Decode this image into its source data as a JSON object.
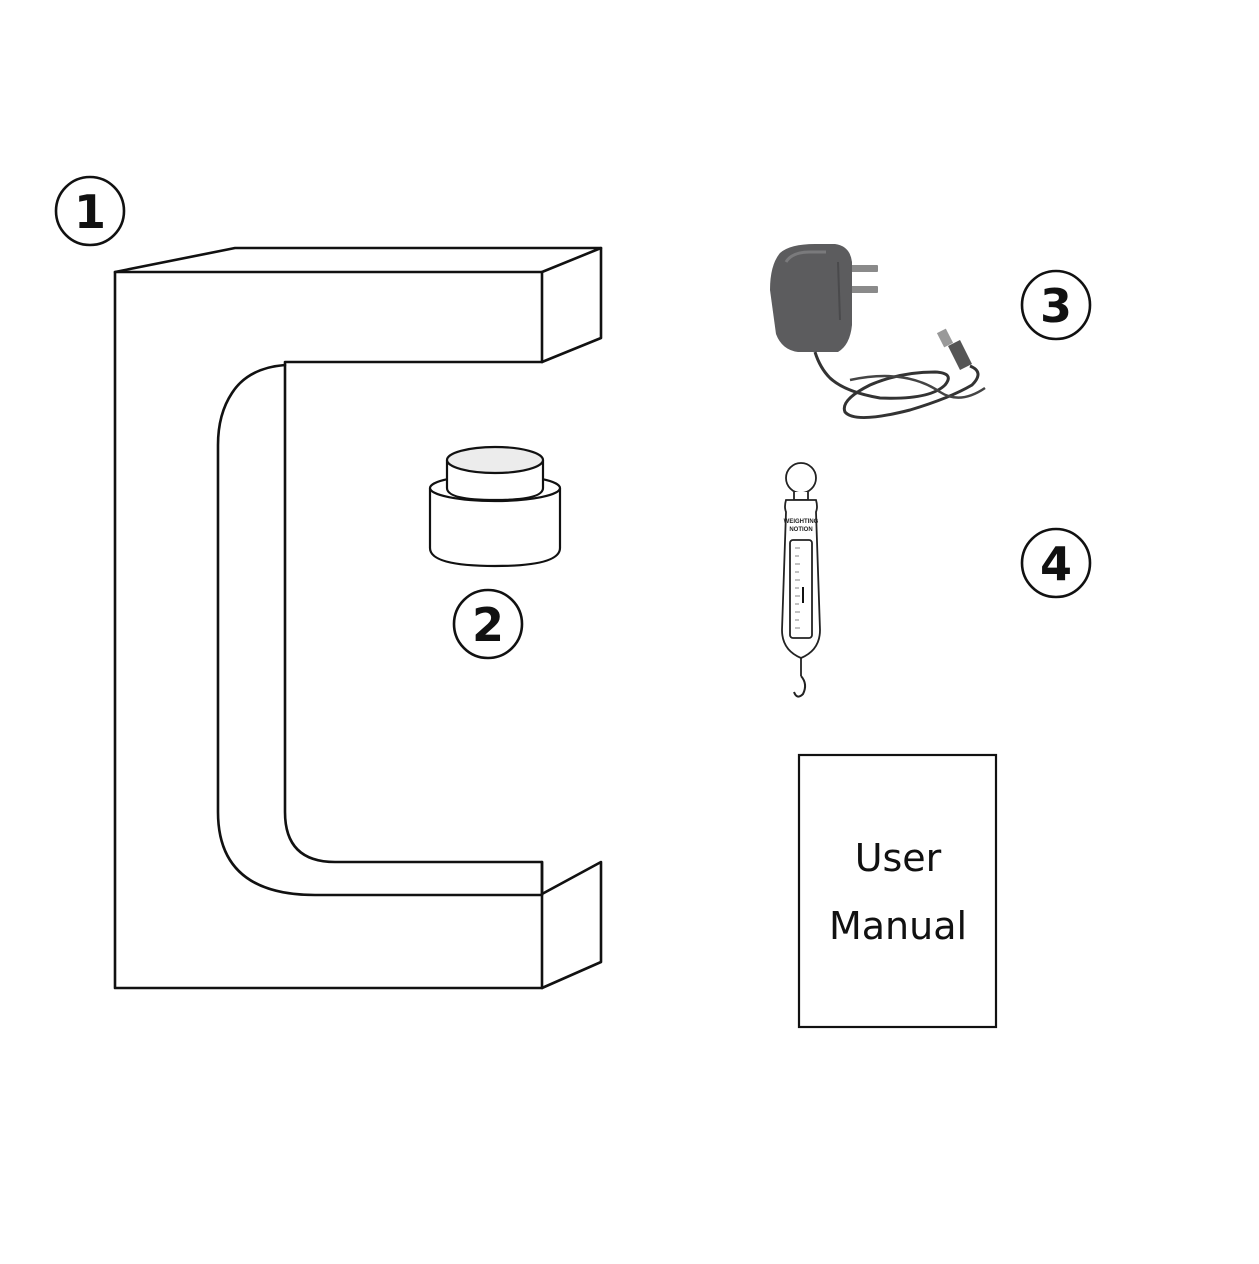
{
  "labels": {
    "item1": "1",
    "item2": "2",
    "item3": "3",
    "item4": "4"
  },
  "manual": {
    "line1": "User",
    "line2": "Manual"
  },
  "gauge": {
    "title_line1": "WEIGHTING",
    "title_line2": "NOTION"
  },
  "colors": {
    "outline": "#111111",
    "adapter_body": "#5c5c5e",
    "puck_top": "#ececec"
  },
  "icons": {
    "item1": "c-shaped-levitation-frame",
    "item2": "magnetic-levitation-puck",
    "item3": "power-adapter",
    "item4": "spring-scale"
  }
}
